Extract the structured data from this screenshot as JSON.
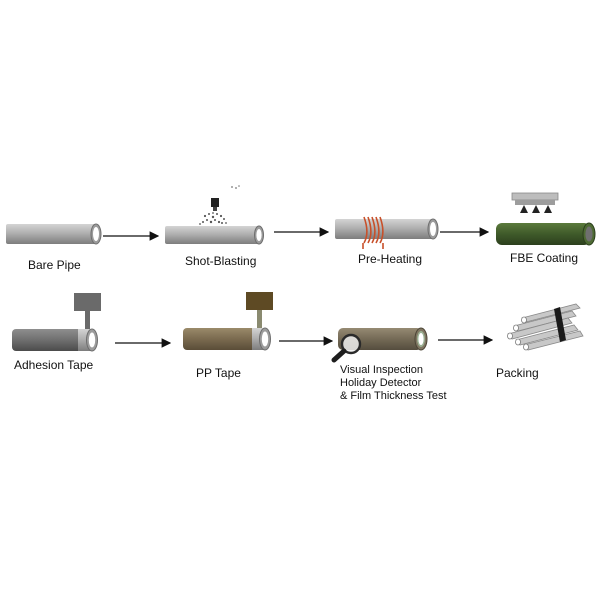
{
  "steps": {
    "bare_pipe": "Bare Pipe",
    "shot_blasting": "Shot-Blasting",
    "pre_heating": "Pre-Heating",
    "fbe_coating": "FBE Coating",
    "adhesion_tape": "Adhesion Tape",
    "pp_tape": "PP Tape",
    "inspection": "Visual Inspection\nHoliday Detector\n& Film Thickness Test",
    "packing": "Packing"
  },
  "colors": {
    "bare_steel": "#a9a9a9",
    "heating_coil": "#c8502a",
    "fbe_green": "#3f5a2a",
    "adhesion_grey": "#6f6f6f",
    "pp_brown": "#7a6a4f",
    "inspected": "#746a56"
  },
  "icons": {
    "blaster": "sand-blaster-icon",
    "coater": "powder-spray-icon",
    "magnifier": "magnifier-icon",
    "bundle": "pipe-bundle-icon"
  }
}
